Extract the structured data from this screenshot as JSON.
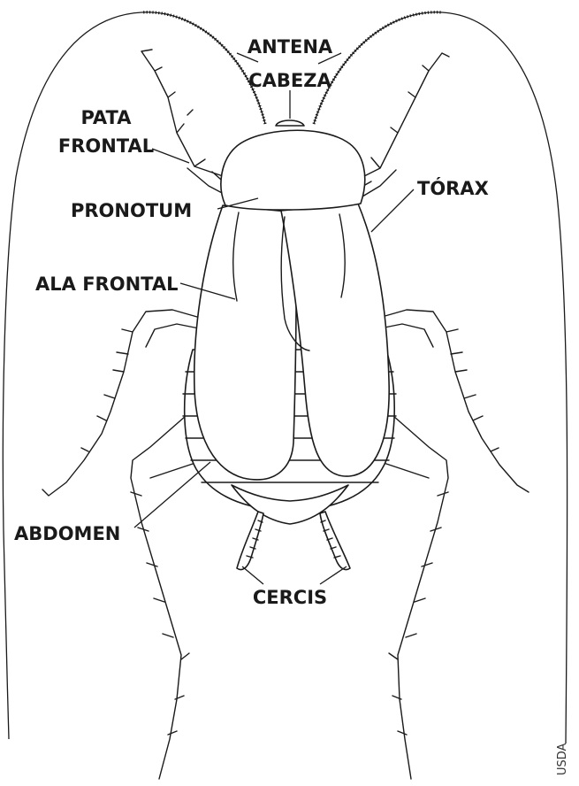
{
  "labels": {
    "antenna": "ANTENA",
    "head": "CABEZA",
    "front_leg_line1": "PATA",
    "front_leg_line2": "FRONTAL",
    "pronotum": "PRONOTUM",
    "thorax": "TÓRAX",
    "front_wing": "ALA FRONTAL",
    "abdomen": "ABDOMEN",
    "cerci": "CERCIS"
  },
  "credit": "USDA",
  "colors": {
    "ink": "#1a1a1a",
    "background": "#ffffff"
  }
}
